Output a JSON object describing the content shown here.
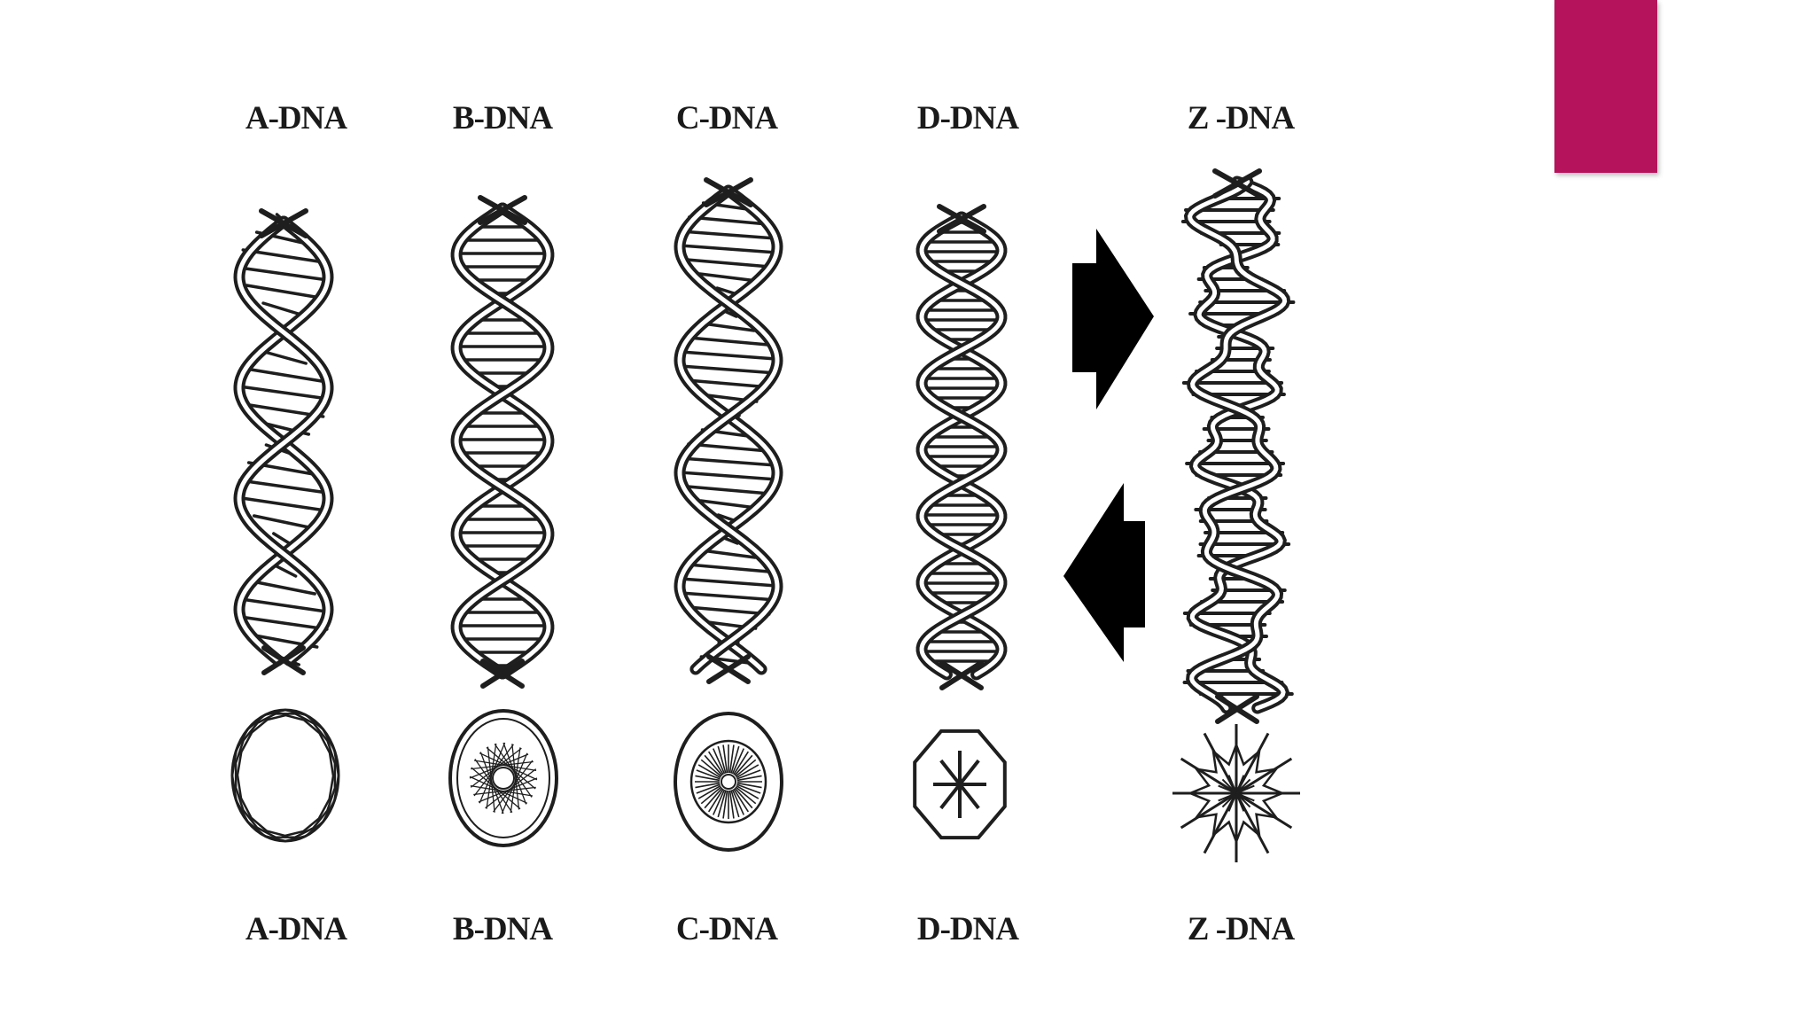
{
  "slide": {
    "accent_color": "#b5135b"
  },
  "diagram": {
    "top_labels": [
      "A-DNA",
      "B-DNA",
      "C-DNA",
      "D-DNA",
      "Z -DNA"
    ],
    "bottom_labels": [
      "A-DNA",
      "B-DNA",
      "C-DNA",
      "D-DNA",
      "Z -DNA"
    ],
    "arrows": [
      "right-arrow-icon",
      "left-arrow-icon"
    ],
    "ink_color": "#1e1e1e"
  }
}
